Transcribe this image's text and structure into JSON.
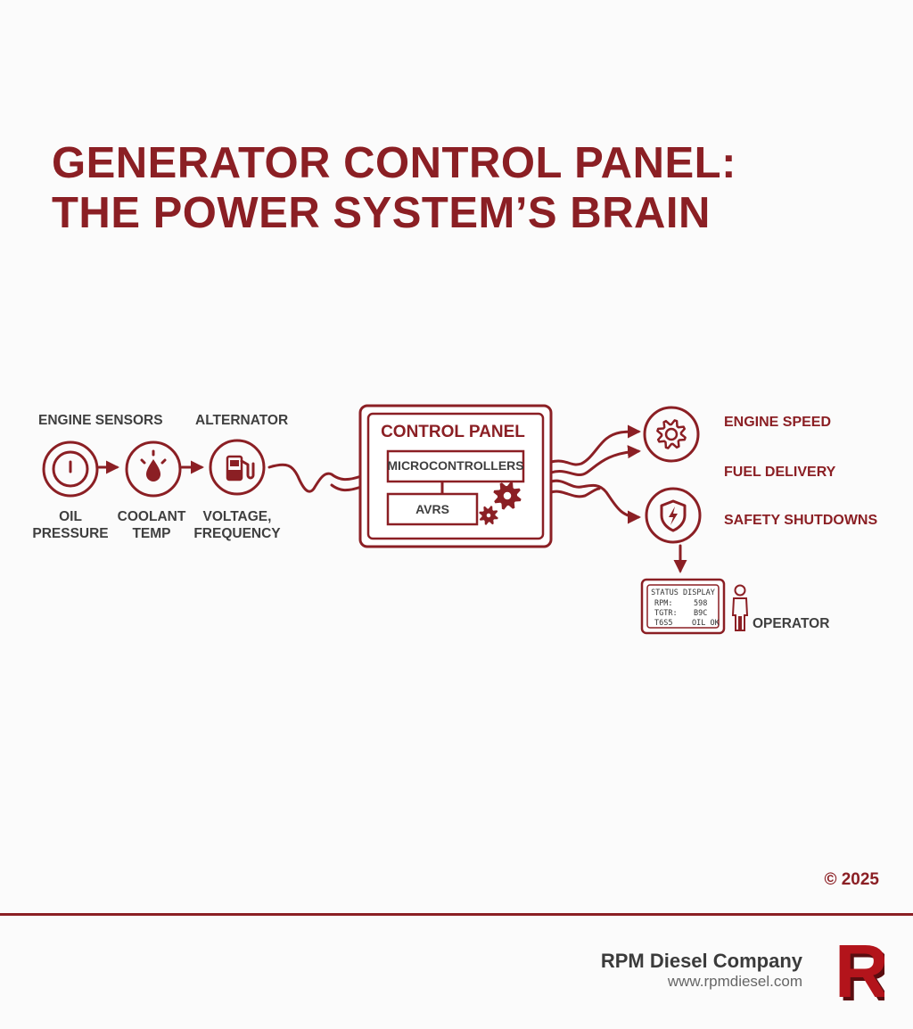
{
  "title": {
    "line1": "GENERATOR CONTROL PANEL:",
    "line2": "THE POWER SYSTEM’S BRAIN"
  },
  "inputs": {
    "engine_sensors_label": "ENGINE SENSORS",
    "alternator_label": "ALTERNATOR",
    "oil_line1": "OIL",
    "oil_line2": "PRESSURE",
    "coolant_line1": "COOLANT",
    "coolant_line2": "TEMP",
    "voltage_line1": "VOLTAGE,",
    "voltage_line2": "FREQUENCY"
  },
  "panel": {
    "title": "CONTROL PANEL",
    "microcontrollers": "MICROCONTROLLERS",
    "avrs": "AVRS"
  },
  "outputs": {
    "engine_speed": "ENGINE SPEED",
    "fuel_delivery": "FUEL DELIVERY",
    "safety_shutdowns": "SAFETY SHUTDOWNS"
  },
  "status_display": {
    "title": "STATUS DISPLAY",
    "rows": [
      [
        "RPM:",
        "598"
      ],
      [
        "TGTR:",
        "B9C"
      ],
      [
        "T6S5",
        "OIL OK"
      ]
    ]
  },
  "operator_label": "OPERATOR",
  "footer": {
    "copyright": "© 2025",
    "company": "RPM Diesel Company",
    "website": "www.rpmdiesel.com",
    "logo_letter": "R"
  },
  "colors": {
    "accent": "#8b1f24",
    "text": "#3f3f3f",
    "background": "#fbfbfb"
  }
}
